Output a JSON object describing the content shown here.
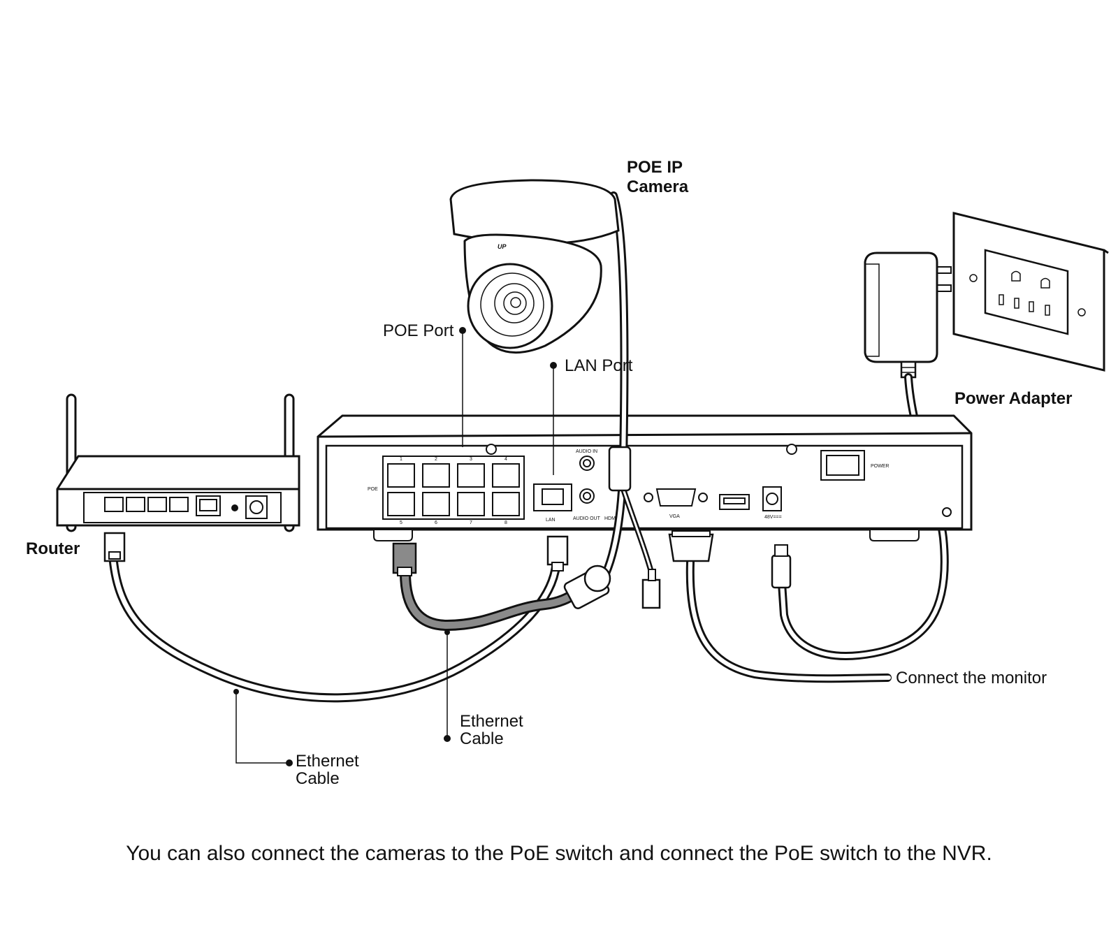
{
  "labels": {
    "camera_line1": "POE IP",
    "camera_line2": "Camera",
    "power_adapter": "Power Adapter",
    "router": "Router",
    "poe_port": "POE Port",
    "lan_port": "LAN Port",
    "connect_monitor": "Connect the monitor",
    "ethernet_a_line1": "Ethernet",
    "ethernet_a_line2": "Cable",
    "ethernet_b_line1": "Ethernet",
    "ethernet_b_line2": "Cable"
  },
  "nvr_panel": {
    "poe": "POE",
    "lan": "LAN",
    "audio_in": "AUDIO IN",
    "audio_out": "AUDIO OUT",
    "hdmi": "HDMI",
    "vga": "VGA",
    "dc": "48V===",
    "power": "POWER",
    "port_numbers_top": [
      "1",
      "2",
      "3",
      "4"
    ],
    "port_numbers_bottom": [
      "5",
      "6",
      "7",
      "8"
    ]
  },
  "camera_logo": "UP",
  "caption": "You can also connect the cameras to the PoE switch and connect the PoE switch to the NVR.",
  "colors": {
    "line": "#111111",
    "poe_cable": "#8a8a8a",
    "background": "#ffffff"
  }
}
